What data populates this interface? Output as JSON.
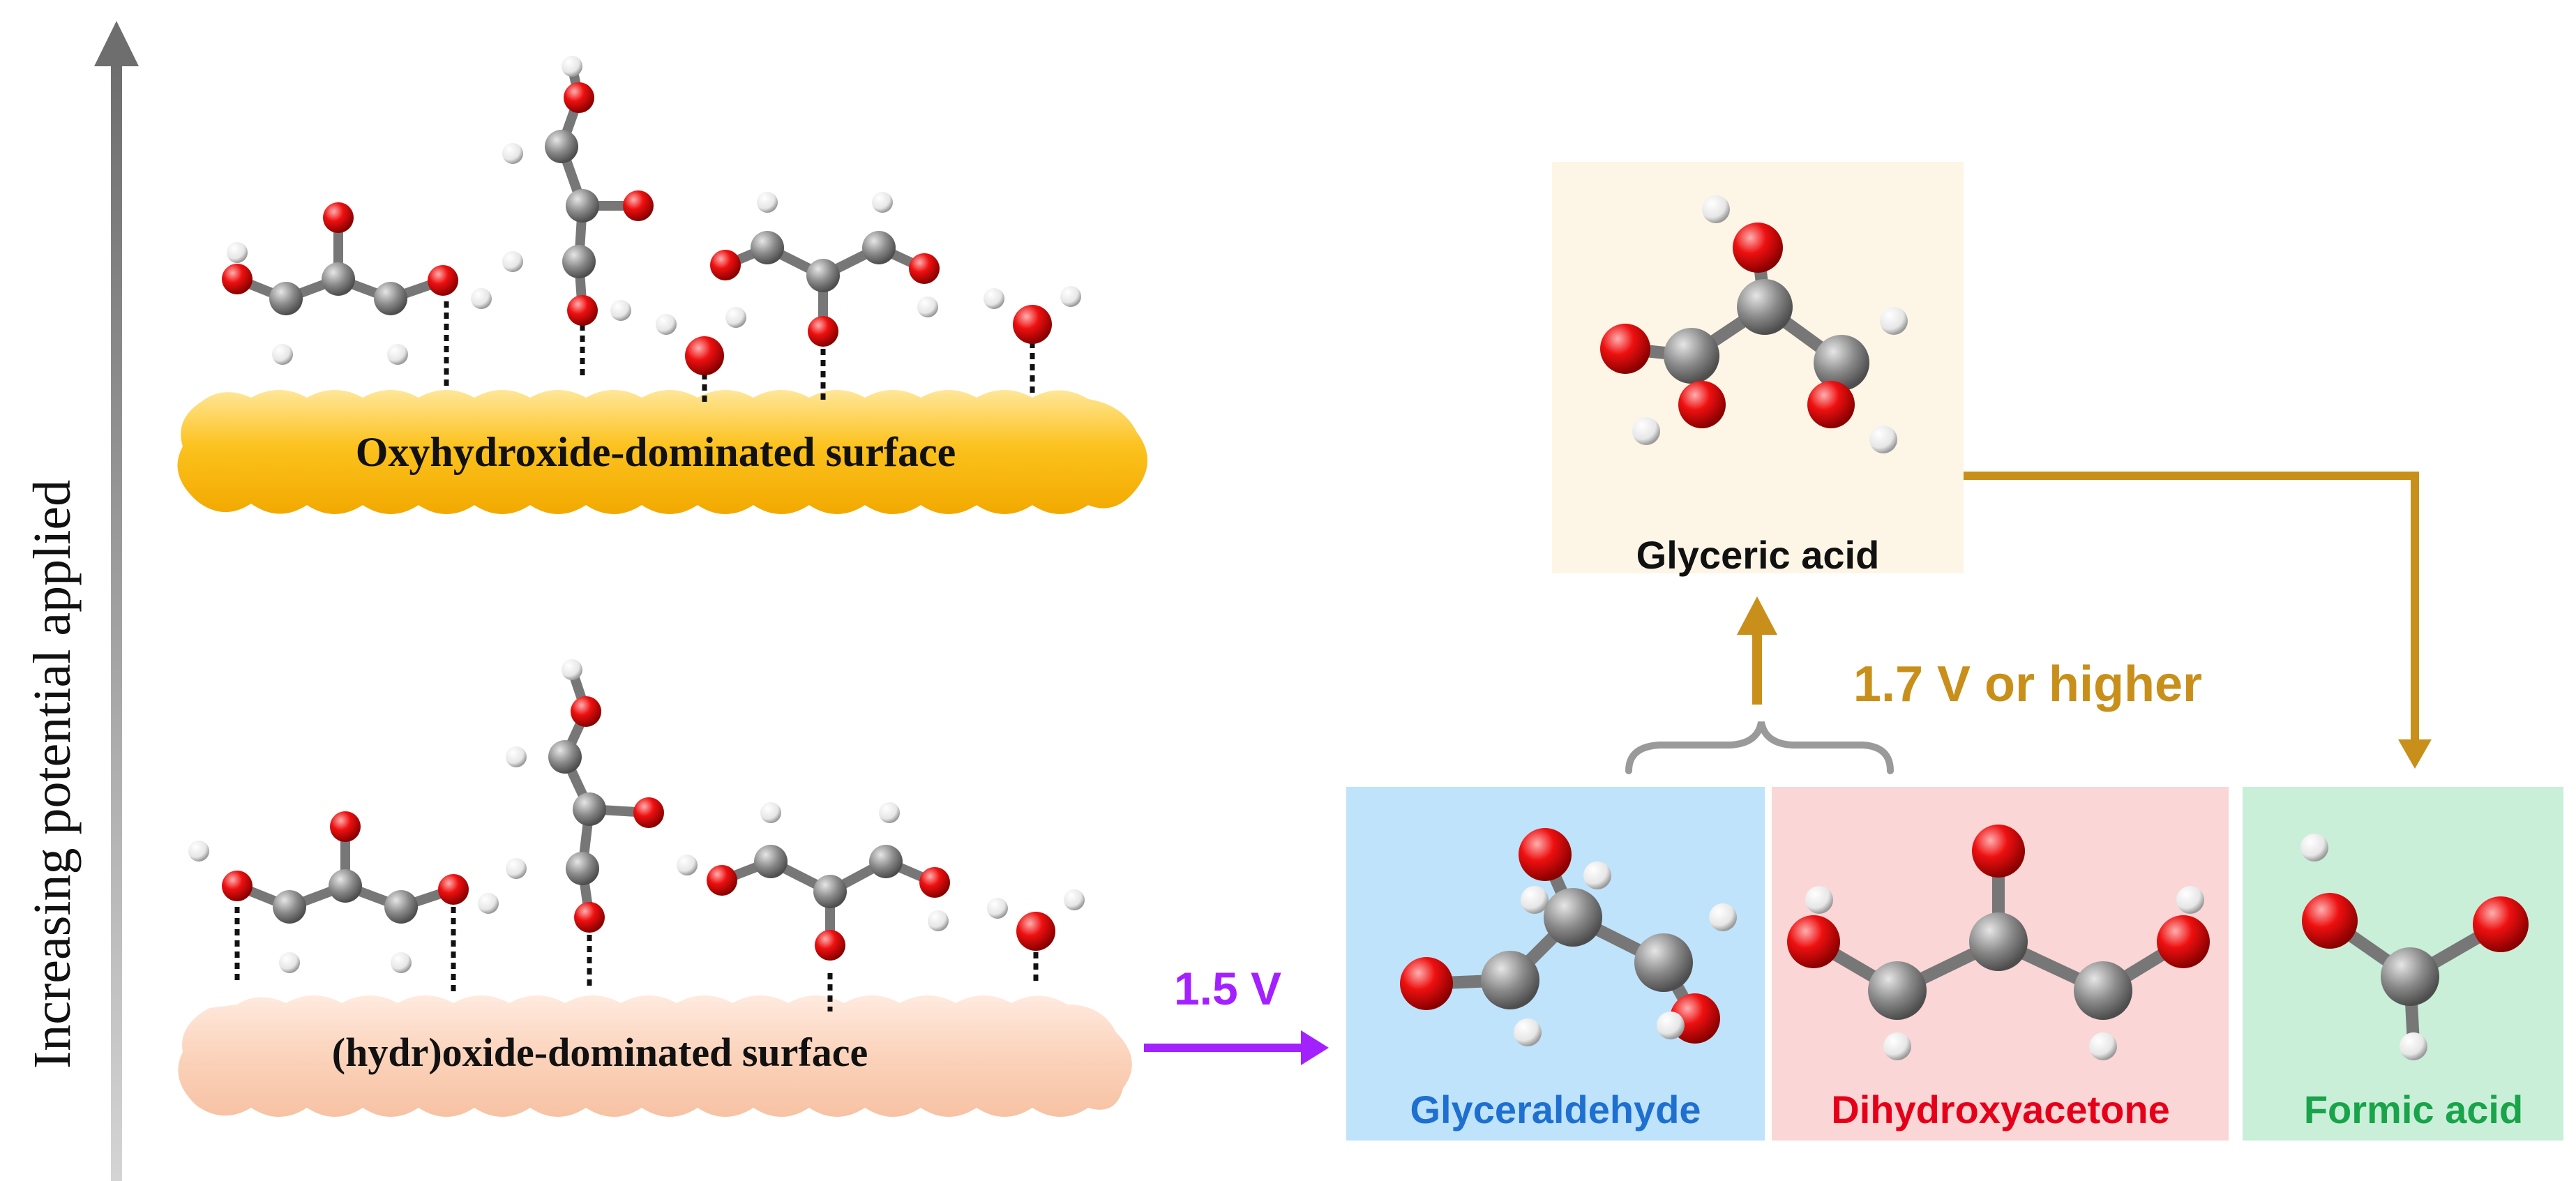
{
  "axis": {
    "label": "Increasing potential applied",
    "arrow_color": "#808080"
  },
  "surfaces": {
    "top": {
      "label": "Oxyhydroxide-dominated surface",
      "color": "#f5b400"
    },
    "bottom": {
      "label": "(hydr)oxide-dominated surface",
      "color": "#fbd0b4"
    }
  },
  "steps": {
    "first": {
      "label": "1.5 V",
      "color": "#a321ff"
    },
    "second": {
      "label": "1.7 V or higher",
      "color": "#c8901a"
    }
  },
  "products": {
    "glyceric_acid": {
      "label": "Glyceric acid",
      "bg": "#fdf6e6",
      "text_color": "#111111"
    },
    "glyceraldehyde": {
      "label": "Glyceraldehyde",
      "bg": "#bfe3fb",
      "text_color": "#1f6fd1"
    },
    "dihydroxyacetone": {
      "label": "Dihydroxyacetone",
      "bg": "#fbd6d6",
      "text_color": "#e5001a"
    },
    "formic_acid": {
      "label": "Formic acid",
      "bg": "#c9efd8",
      "text_color": "#19a34a"
    }
  },
  "atom_colors": {
    "carbon": "#8a8a8a",
    "oxygen": "#e8000b",
    "hydrogen": "#f2f2f2"
  },
  "connector_color": "#c8901a"
}
